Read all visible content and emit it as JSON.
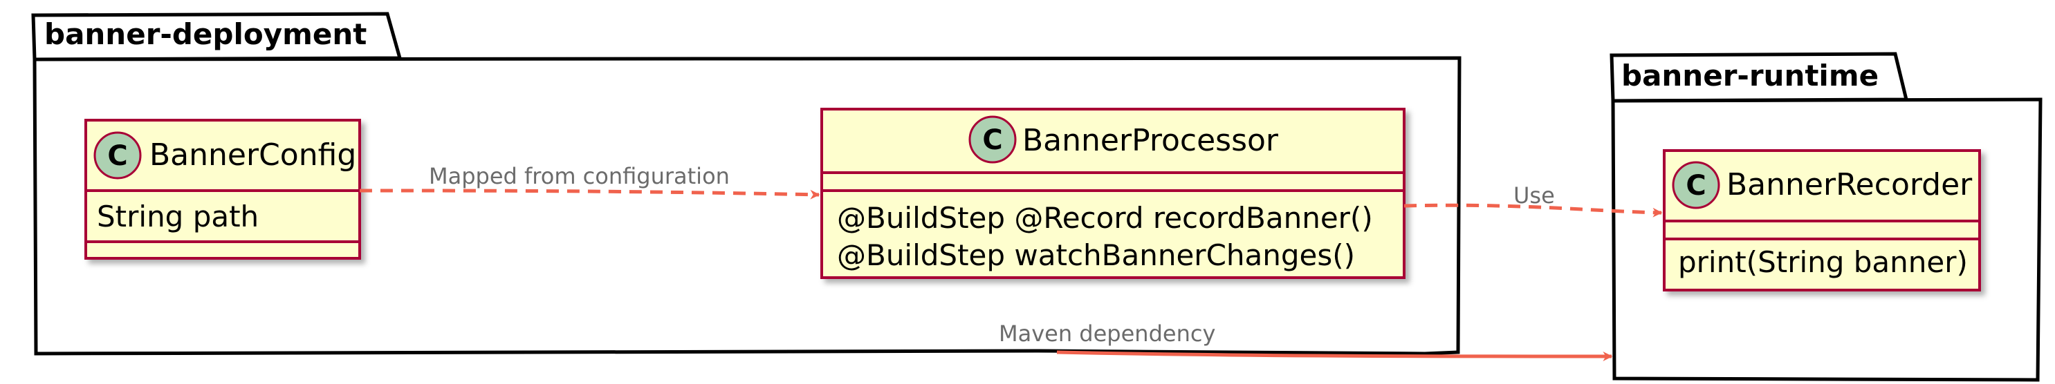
{
  "packages": [
    {
      "id": "deployment",
      "title": "banner-deployment"
    },
    {
      "id": "runtime",
      "title": "banner-runtime"
    }
  ],
  "classes": [
    {
      "id": "config",
      "stereotype": "C",
      "name": "BannerConfig",
      "members": [
        "String path"
      ]
    },
    {
      "id": "processor",
      "stereotype": "C",
      "name": "BannerProcessor",
      "members": [
        "@BuildStep @Record recordBanner()",
        "@BuildStep watchBannerChanges()"
      ]
    },
    {
      "id": "recorder",
      "stereotype": "C",
      "name": "BannerRecorder",
      "members": [
        "print(String banner)"
      ]
    }
  ],
  "edges": [
    {
      "id": "config-to-processor",
      "label": "Mapped from configuration",
      "style": "dashed"
    },
    {
      "id": "processor-to-recorder",
      "label": "Use",
      "style": "dashed"
    },
    {
      "id": "deployment-to-runtime",
      "label": "Maven dependency",
      "style": "solid"
    }
  ],
  "colors": {
    "class_fill": "#fefece",
    "class_border": "#a80036",
    "stereotype_circle": "#add1b2",
    "edge": "#f0624d",
    "package_border": "#000000"
  }
}
